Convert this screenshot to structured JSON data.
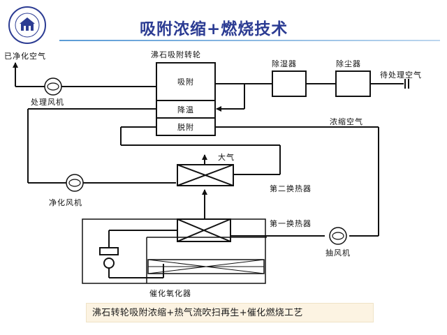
{
  "slide": {
    "title": "吸附浓缩+燃烧技术",
    "caption": "沸石转轮吸附浓缩+热气流吹扫再生+催化燃烧工艺"
  },
  "labels": {
    "clean_air": "已净化空气",
    "rotor": "沸石吸附转轮",
    "adsorb": "吸附",
    "cool": "降温",
    "desorb": "脱附",
    "dehumidifier": "除湿器",
    "dust_remover": "除尘器",
    "untreated_air": "待处理空气",
    "process_fan": "处理风机",
    "conc_air": "浓缩空气",
    "atmosphere": "大气",
    "second_hx": "第二换热器",
    "clean_fan": "净化风机",
    "first_hx": "第一换热器",
    "exhaust_fan": "抽风机",
    "cat_oxidizer": "催化氧化器"
  },
  "colors": {
    "title": "#2c3c93",
    "line": "#111111",
    "caption_bg": "#fcf3e2"
  }
}
